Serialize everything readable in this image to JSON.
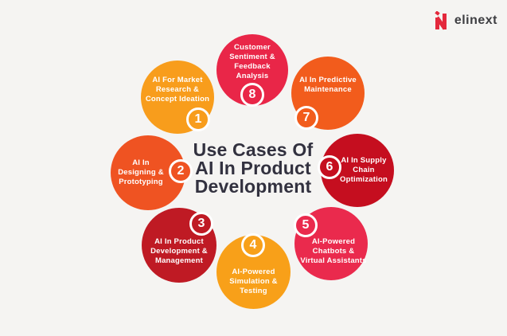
{
  "page": {
    "background_color": "#F5F4F2"
  },
  "logo": {
    "text": "elinext",
    "icon": "elinext-n-mark",
    "icon_color": "#E4283C",
    "text_color": "#3E3E42"
  },
  "title": {
    "text": "Use Cases Of\nAI In Product\nDevelopment",
    "color": "#32313F"
  },
  "nodes": [
    {
      "number": "1",
      "label": "AI For Market\nResearch &\nConcept Ideation",
      "color": "#F89D1C"
    },
    {
      "number": "2",
      "label": "AI In\nDesigning &\nPrototyping",
      "color": "#EF5322"
    },
    {
      "number": "3",
      "label": "AI In Product\nDevelopment &\nManagement",
      "color": "#BF1A24"
    },
    {
      "number": "4",
      "label": "AI-Powered\nSimulation &\nTesting",
      "color": "#F8A019"
    },
    {
      "number": "5",
      "label": "AI-Powered\nChatbots &\nVirtual Assistants",
      "color": "#EA2A4D"
    },
    {
      "number": "6",
      "label": "AI In Supply\nChain\nOptimization",
      "color": "#C50E1F"
    },
    {
      "number": "7",
      "label": "AI In Predictive\nMaintenance",
      "color": "#F25C1C"
    },
    {
      "number": "8",
      "label": "Customer\nSentiment &\nFeedback\nAnalysis",
      "color": "#E92648"
    }
  ]
}
